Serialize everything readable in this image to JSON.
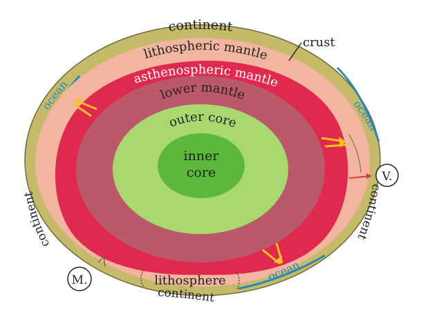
{
  "colors": {
    "crust": "#c5ba6a",
    "crust_stroke": "#6f6a3a",
    "lithospheric_mantle": "#f2b5a0",
    "asthenosphere": "#e0294e",
    "lower_mantle": "#b9596a",
    "outer_core": "#a8d86f",
    "inner_core": "#5cb83a",
    "ocean": "#2a86b8",
    "arrow": "#f4c21c"
  },
  "labels": {
    "continent_top": "continent",
    "crust": "crust",
    "lithospheric_mantle": "lithospheric mantle",
    "asthenospheric_mantle": "asthenospheric mantle",
    "lower_mantle": "lower mantle",
    "outer_core": "outer core",
    "inner_core_line1": "inner",
    "inner_core_line2": "core",
    "ocean_left": "ocean",
    "ocean_right": "ocean",
    "ocean_bottom": "ocean",
    "continent_left": "continent",
    "continent_right": "continent",
    "continent_bottom": "continent",
    "lithosphere": "lithosphere",
    "marker_v": "V.",
    "marker_m": "M."
  }
}
